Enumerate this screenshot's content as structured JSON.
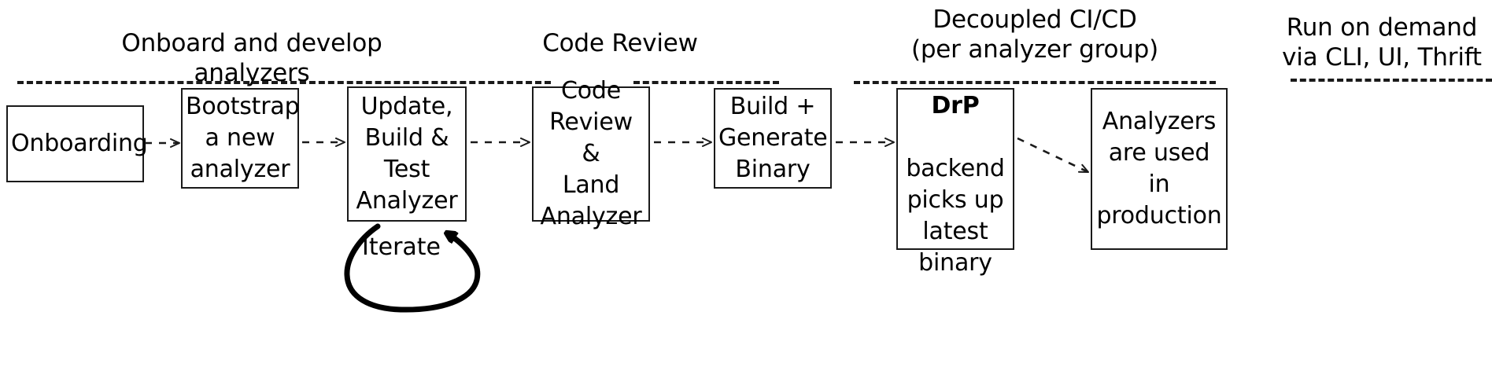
{
  "diagram": {
    "title": "Analyzer development and deployment lifecycle",
    "background_color": "#ffffff",
    "stroke_color": "#1a1a1a",
    "text_color": "#000000",
    "sections": [
      {
        "id": "onboard",
        "label": "Onboard and develop analyzers"
      },
      {
        "id": "review",
        "label": "Code Review"
      },
      {
        "id": "cicd",
        "label": "Decoupled CI/CD\n(per analyzer group)"
      },
      {
        "id": "ondemand",
        "label": "Run on demand\nvia CLI, UI, Thrift"
      }
    ],
    "nodes": [
      {
        "id": "onboarding",
        "label": "Onboarding"
      },
      {
        "id": "bootstrap",
        "label": "Bootstrap\na new\nanalyzer"
      },
      {
        "id": "update-build",
        "label": "Update,\nBuild &\nTest\nAnalyzer"
      },
      {
        "id": "code-review",
        "label": "Code\nReview &\nLand\nAnalyzer"
      },
      {
        "id": "build-binary",
        "label": "Build +\nGenerate\nBinary"
      },
      {
        "id": "drp-backend",
        "label_strong": "DrP",
        "label": "backend\npicks up\nlatest\nbinary"
      },
      {
        "id": "production",
        "label": "Analyzers\nare used in\nproduction"
      }
    ],
    "edges": [
      {
        "id": "e1",
        "from": "onboarding",
        "to": "bootstrap",
        "style": "dashed"
      },
      {
        "id": "e2",
        "from": "bootstrap",
        "to": "update-build",
        "style": "dashed"
      },
      {
        "id": "e3",
        "from": "update-build",
        "to": "code-review",
        "style": "dashed"
      },
      {
        "id": "e4",
        "from": "code-review",
        "to": "build-binary",
        "style": "dashed"
      },
      {
        "id": "e5",
        "from": "build-binary",
        "to": "drp-backend",
        "style": "dashed"
      },
      {
        "id": "e6",
        "from": "drp-backend",
        "to": "production",
        "style": "dashed"
      }
    ],
    "loop": {
      "id": "iterate-loop",
      "label": "Iterate",
      "from": "update-build",
      "to": "update-build",
      "style": "solid-thick"
    }
  }
}
